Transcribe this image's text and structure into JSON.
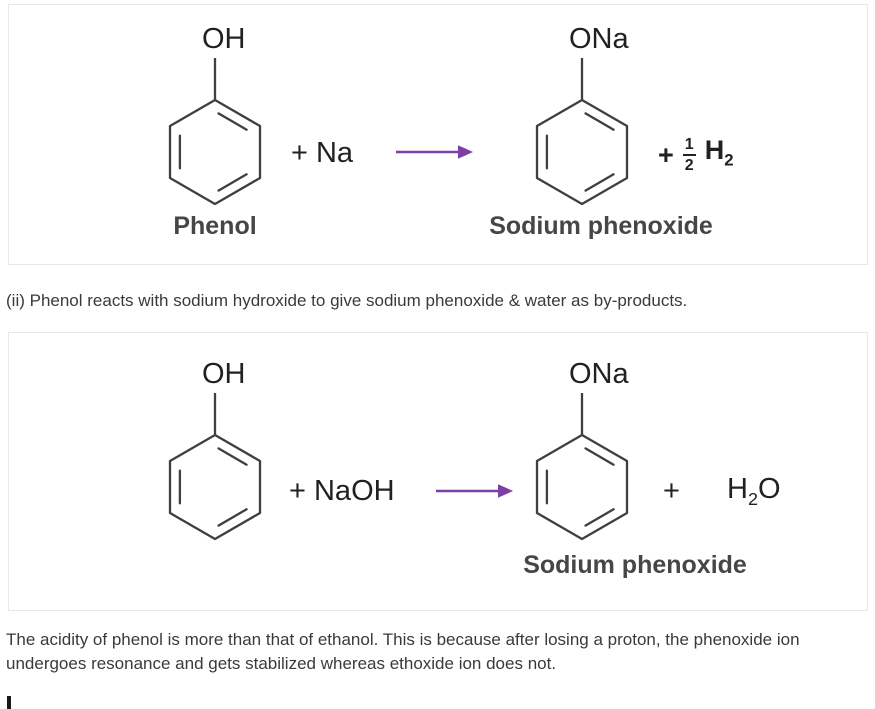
{
  "colors": {
    "arrow": "#7b3fa5",
    "structure": "#3f3f3f",
    "chem_text": "#212121",
    "name_label": "#464646",
    "body_text": "#3a3a3a",
    "card_border": "#e8e8e8"
  },
  "reaction1": {
    "reactant_substituent": "OH",
    "reactant_name": "Phenol",
    "reagent": "+ Na",
    "product_substituent": "ONa",
    "product_name": "Sodium phenoxide",
    "byproduct_plus": "+",
    "frac_num": "1",
    "frac_den": "2",
    "h2_symbol": "H",
    "h2_sub": "2"
  },
  "reaction2": {
    "reactant_substituent": "OH",
    "reagent": "+ NaOH",
    "product_substituent": "ONa",
    "product_name": "Sodium phenoxide",
    "byproduct_plus": "+",
    "h2o_h": "H",
    "h2o_sub": "2",
    "h2o_o": "O"
  },
  "paragraphs": {
    "middle": "(ii) Phenol reacts with sodium hydroxide to give sodium phenoxide & water as by-products.",
    "footer": "The acidity of phenol is more than that of ethanol. This is because after losing a proton, the phenoxide ion undergoes resonance and gets stabilized whereas ethoxide ion does not."
  }
}
